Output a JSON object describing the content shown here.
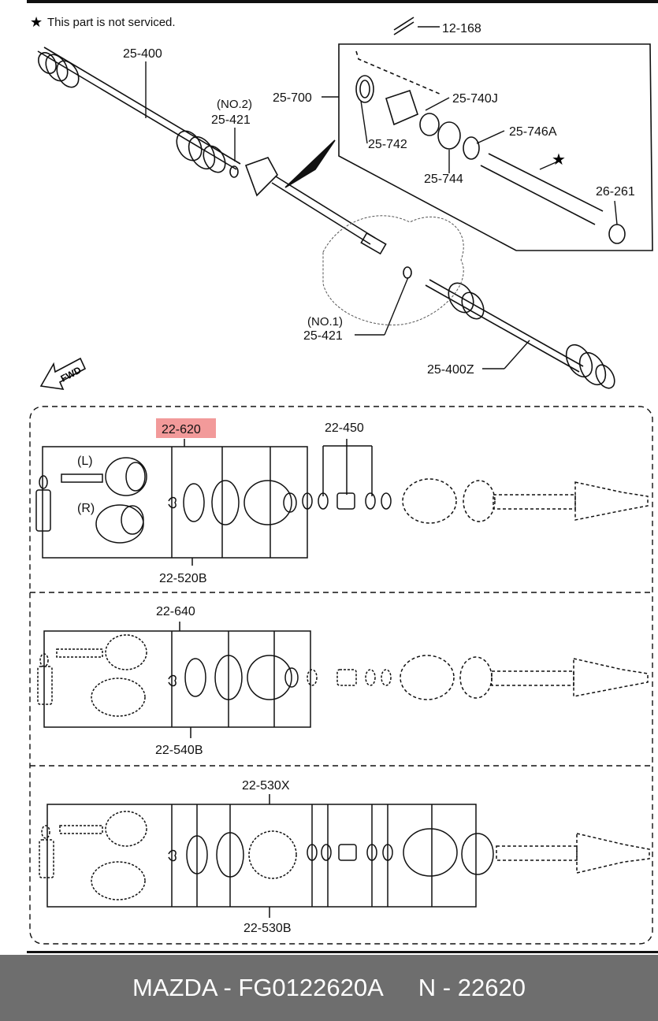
{
  "note": "This part is not serviced.",
  "labels": {
    "l_12_168": "12-168",
    "l_25_400": "25-400",
    "l_25_700": "25-700",
    "l_25_740J": "25-740J",
    "l_no2": "(NO.2)",
    "l_25_421a": "25-421",
    "l_25_742": "25-742",
    "l_25_746A": "25-746A",
    "l_25_744": "25-744",
    "l_26_261": "26-261",
    "l_no1": "(NO.1)",
    "l_25_421b": "25-421",
    "l_25_400Z": "25-400Z",
    "fwd": "FWD",
    "l_22_620": "22-620",
    "l_22_450": "22-450",
    "l_L": "(L)",
    "l_R": "(R)",
    "l_22_520B": "22-520B",
    "l_22_640": "22-640",
    "l_22_540B": "22-540B",
    "l_22_530X": "22-530X",
    "l_22_530B": "22-530B"
  },
  "highlight_color": "#f29a9a",
  "footer": {
    "brand_part": "MAZDA - FG0122620A",
    "ref": "N - 22620"
  }
}
